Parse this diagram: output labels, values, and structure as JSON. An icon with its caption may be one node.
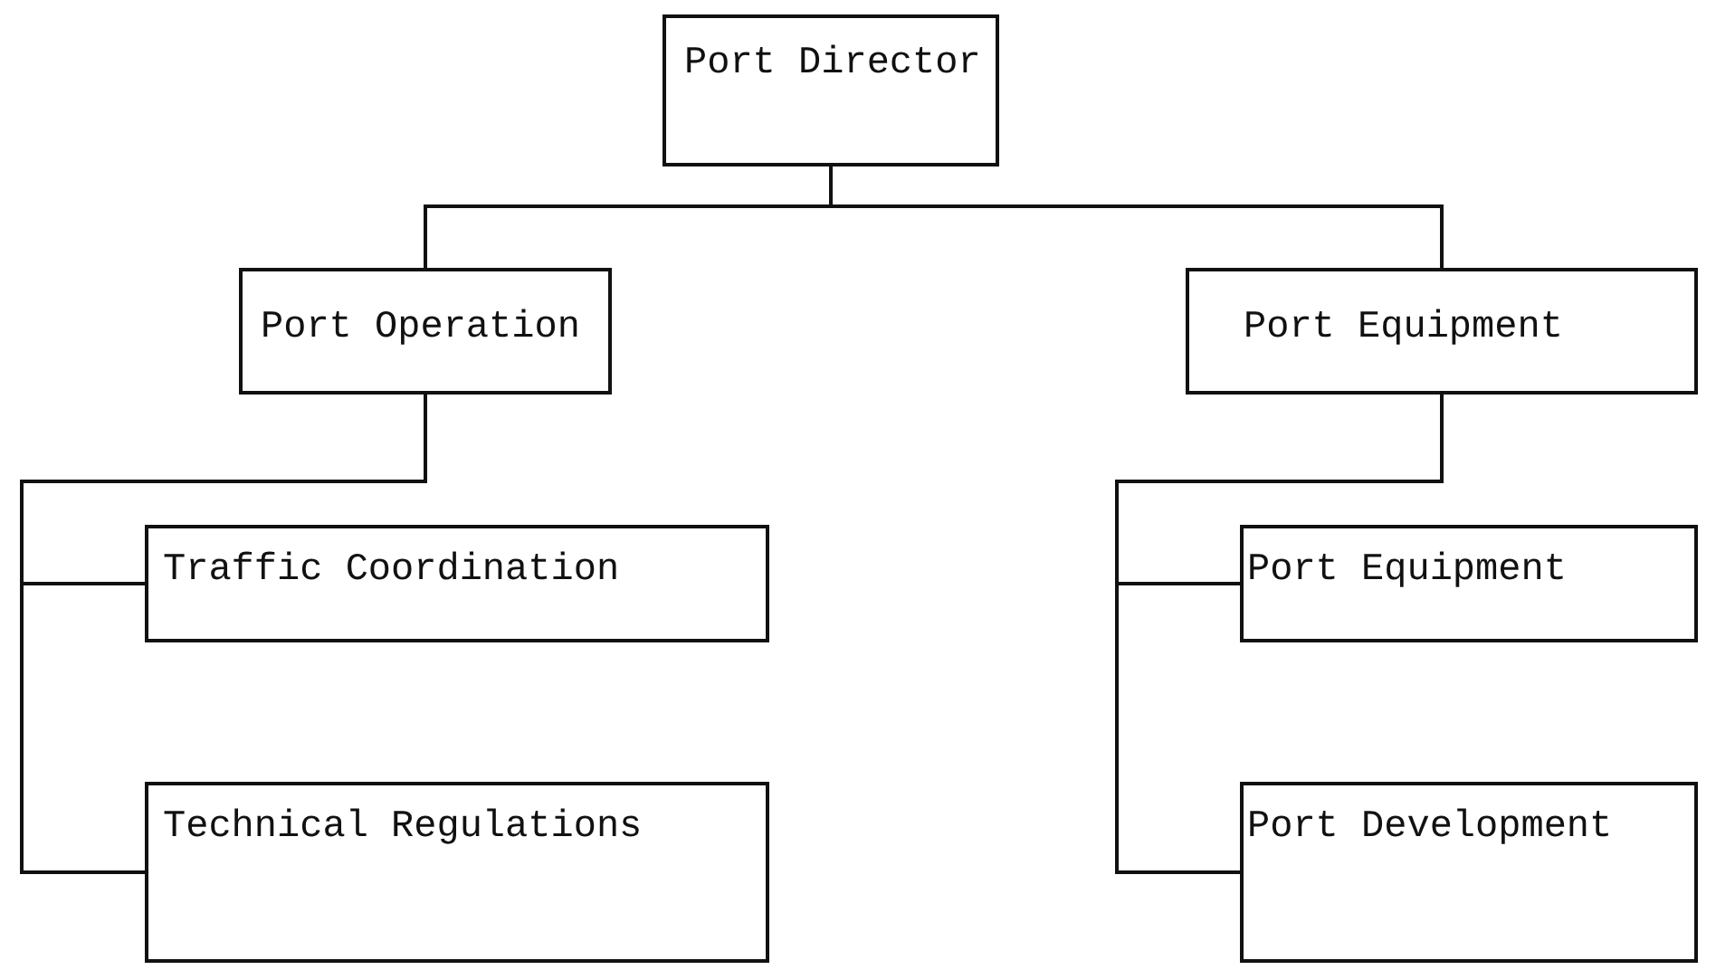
{
  "diagram": {
    "nodes": [
      {
        "text": [
          "Port Director"
        ]
      },
      {
        "text": [
          "Port Operation"
        ]
      },
      {
        "text": [
          "Port Equipment"
        ]
      },
      {
        "text": [
          "Traffic Coordination"
        ]
      },
      {
        "text": [
          "Technical Regulations"
        ]
      },
      {
        "text": [
          "Port Equipment"
        ]
      },
      {
        "text": [
          "Port Development"
        ]
      }
    ],
    "edges": [
      {
        "from": 0,
        "to": 1,
        "arrow": "none"
      },
      {
        "from": 0,
        "to": 2,
        "arrow": "none"
      },
      {
        "from": 1,
        "to": 3,
        "arrow": "none"
      },
      {
        "from": 1,
        "to": 4,
        "arrow": "none"
      },
      {
        "from": 2,
        "to": 5,
        "arrow": "none"
      },
      {
        "from": 2,
        "to": 6,
        "arrow": "none"
      }
    ]
  }
}
